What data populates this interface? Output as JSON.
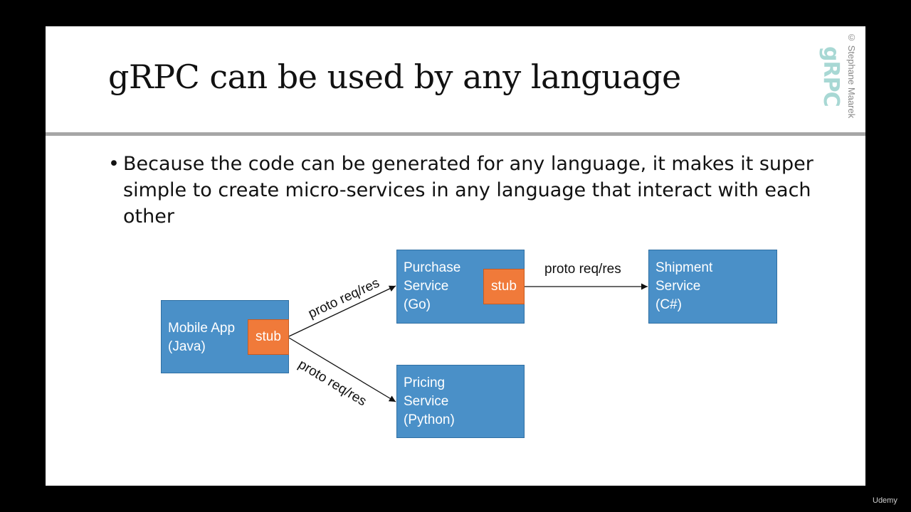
{
  "slide": {
    "title": "gRPC can be used by any language",
    "copyright": "© Stephane Maarek",
    "logo": "gRPC",
    "bullet": "Because the code can be generated for any language, it makes it super simple to create micro-services in any language that interact with each other"
  },
  "diagram": {
    "mobile": {
      "lines": [
        "Mobile App",
        "(Java)"
      ],
      "stub": "stub"
    },
    "purchase": {
      "lines": [
        "Purchase",
        "Service",
        "(Go)"
      ],
      "stub": "stub"
    },
    "shipment": {
      "lines": [
        "Shipment",
        "Service",
        "(C#)"
      ]
    },
    "pricing": {
      "lines": [
        "Pricing",
        "Service",
        "(Python)"
      ]
    },
    "edges": {
      "to_purchase": "proto req/res",
      "to_pricing": "proto req/res",
      "to_shipment": "proto req/res"
    }
  },
  "footer": {
    "brand": "Udemy"
  },
  "colors": {
    "box": "#4a90c8",
    "stub": "#f07a3a",
    "logo": "#a8d8d4"
  }
}
